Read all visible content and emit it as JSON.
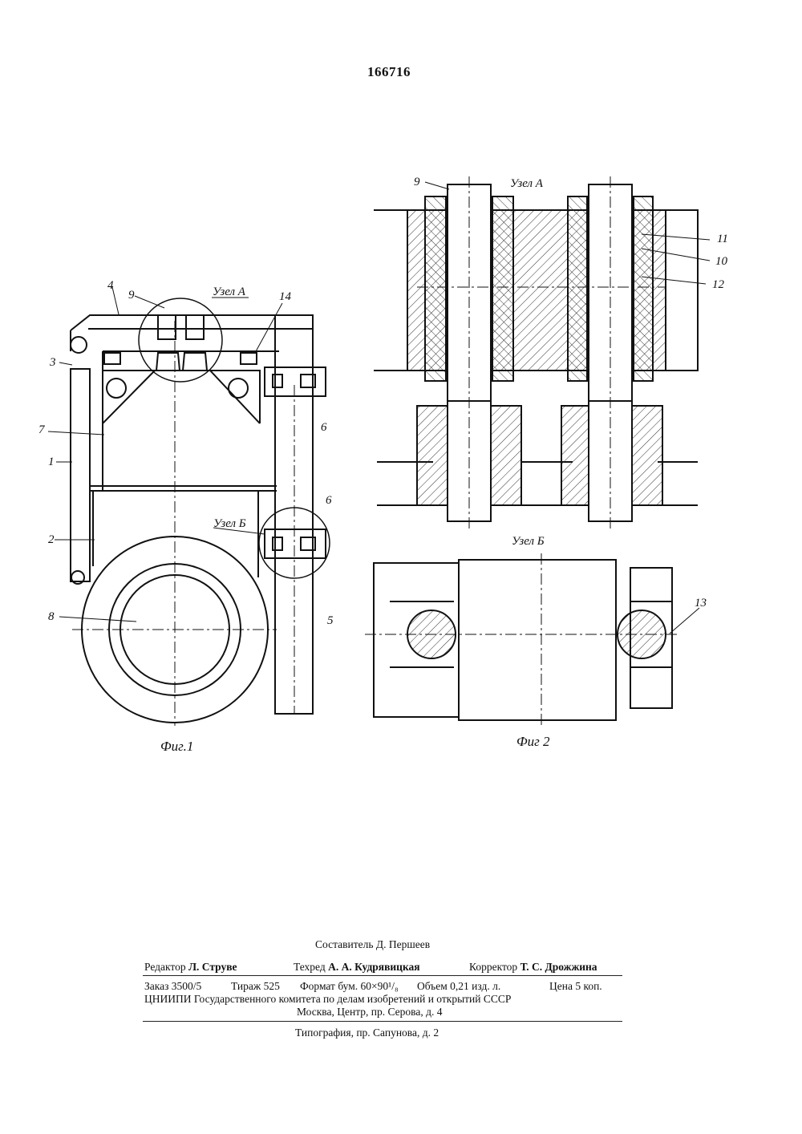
{
  "patent_number": "166716",
  "figure1": {
    "caption": "Фиг.1",
    "node_a": "Узел А",
    "node_b": "Узел Б",
    "refs": [
      "1",
      "2",
      "3",
      "4",
      "5",
      "6",
      "6",
      "7",
      "8",
      "9",
      "14"
    ]
  },
  "figure2": {
    "caption": "Фиг 2",
    "node_a": "Узел А",
    "node_b": "Узел Б",
    "refs": [
      "9",
      "10",
      "11",
      "12",
      "13"
    ]
  },
  "imprint": {
    "compiler": "Составитель Д. Першеев",
    "editor_label": "Редактор",
    "editor": "Л. Струве",
    "techred_label": "Техред",
    "techred": "А. А. Кудрявицкая",
    "corrector_label": "Корректор",
    "corrector": "Т. С. Дрожжина",
    "order": "Заказ 3500/5",
    "run": "Тираж 525",
    "format": "Формат бум. 60×90¹/₈",
    "volume": "Объем 0,21 изд. л.",
    "price": "Цена 5 коп.",
    "org_line1": "ЦНИИПИ Государственного комитета по делам изобретений и открытий СССР",
    "org_line2": "Москва, Центр, пр. Серова, д. 4",
    "printer": "Типография, пр. Сапунова, д. 2"
  }
}
